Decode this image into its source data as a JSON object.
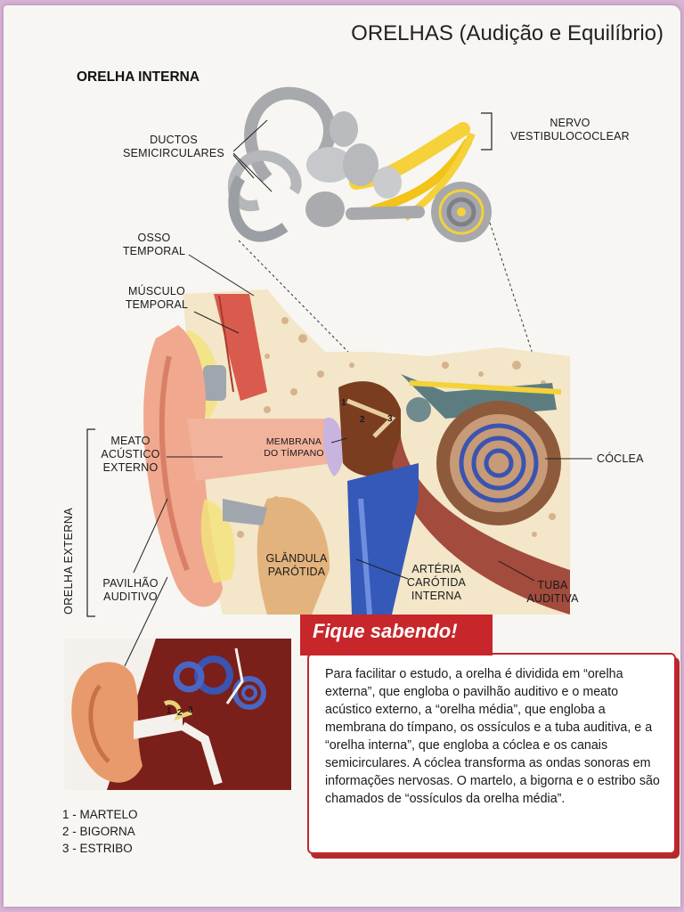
{
  "page_title": "ORELHAS (Audição e Equilíbrio)",
  "section_title": "ORELHA INTERNA",
  "labels": {
    "ductos": [
      "DUCTOS",
      "SEMICIRCULARES"
    ],
    "nervo": [
      "NERVO",
      "VESTIBULOCOCLEAR"
    ],
    "osso": [
      "OSSO",
      "TEMPORAL"
    ],
    "musculo": [
      "MÚSCULO",
      "TEMPORAL"
    ],
    "meato": [
      "MEATO",
      "ACÚSTICO",
      "EXTERNO"
    ],
    "membrana": [
      "MEMBRANA",
      "DO TÍMPANO"
    ],
    "coclea": "CÓCLEA",
    "orelha_externa": "ORELHA EXTERNA",
    "glandula": [
      "GLÂNDULA",
      "PARÓTIDA"
    ],
    "arteria": [
      "ARTÉRIA",
      "CARÓTIDA",
      "INTERNA"
    ],
    "tuba": [
      "TUBA",
      "AUDITIVA"
    ],
    "pavilhao": [
      "PAVILHÃO",
      "AUDITIVO"
    ]
  },
  "ossicle_numbers": [
    "1",
    "2",
    "3"
  ],
  "legend": [
    "1 - MARTELO",
    "2 - BIGORNA",
    "3 - ESTRIBO"
  ],
  "info_box": {
    "heading": "Fique sabendo!",
    "text": "Para facilitar o estudo, a orelha é dividida em “orelha externa”, que engloba o pavilhão auditivo e o meato acústico externo, a “orelha média”, que engloba  a membrana do tímpano, os ossículos e a tuba auditiva, e a “orelha interna”, que engloba a cóclea e os canais semicirculares. A cóclea transforma as ondas sonoras em informações nervosas. O martelo, a bigorna e o estribo são chamados de “ossículos da orelha média”."
  },
  "colors": {
    "accent_red": "#c7262b",
    "bone": "#f3e6c9",
    "nerve_yellow": "#f5d13a",
    "artery_blue": "#3559b8"
  }
}
